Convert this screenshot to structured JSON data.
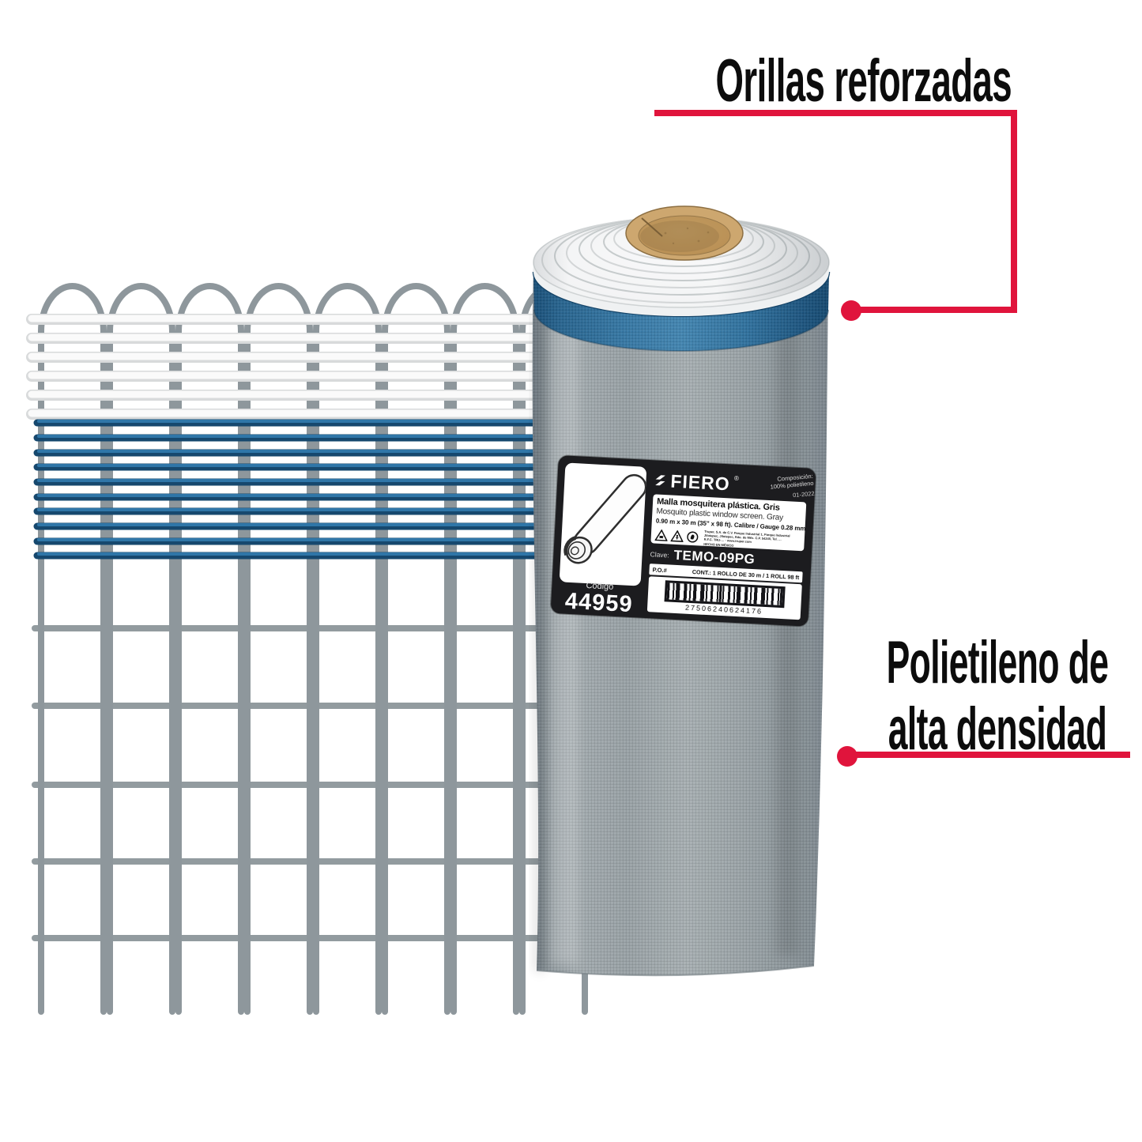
{
  "annotations": {
    "orillas": "Orillas reforzadas",
    "poli_line1": "Polietileno de",
    "poli_line2": "alta densidad"
  },
  "label": {
    "brand": "FIERO",
    "registered_mark": "®",
    "composition_line1": "Composición:",
    "composition_line2": "100% polietileno",
    "date_code": "01-2022",
    "product_title_es": "Malla mosquitera plástica. Gris",
    "product_title_en": "Mosquito plastic window screen. Gray",
    "specs": "0.90 m x 30 m (35\" x 98 ft). Calibre / Gauge 0.28 mm",
    "address_line1": "Truper, S.A. de C.V. Parque Industrial 1, Parque Industrial",
    "address_line2": "Jilotepec, Jilotepec, Edo. de Méx. C.P. 54240, Tel. …",
    "address_line3": "R.F.C. TRU-… · www.truper.com",
    "address_line4": "HECHO EN MÉXICO",
    "clave_label": "Clave:",
    "clave_value": "TEMO-09PG",
    "po_label": "P.O.#",
    "content_text": "CONT.: 1 ROLLO DE 30 m / 1 ROLL 98 ft",
    "barcode_digits": "27506240624176",
    "codigo_label": "Código",
    "codigo_value": "44959"
  },
  "colors": {
    "accent_red": "#e0143c",
    "strand_blue": "#2f76a8",
    "band_blue": "#3f82ae",
    "wire_gray": "#8e979c",
    "roll_mesh_gray": "#9aa2a7",
    "cardboard_tan": "#cda76f",
    "label_black": "#1c1c1f"
  },
  "icons": [
    "fiero-brand-icon",
    "warning-triangle-insect-icon",
    "warning-triangle-person-icon",
    "warning-circle-hand-icon"
  ]
}
